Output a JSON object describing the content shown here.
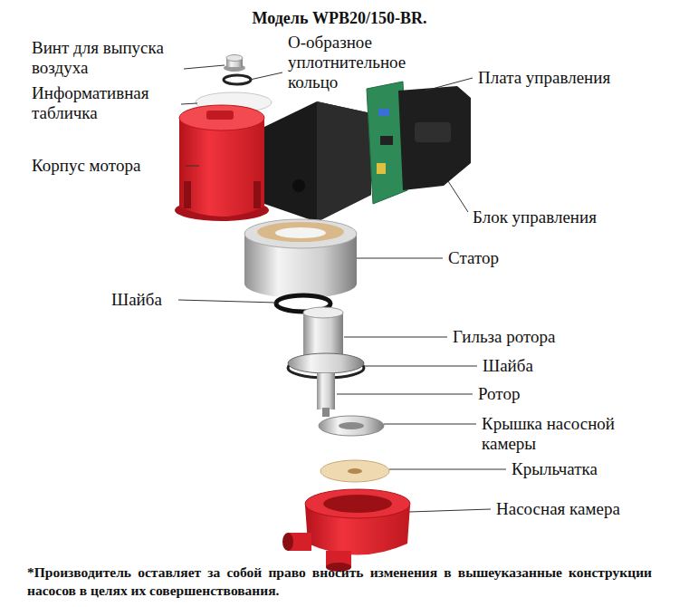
{
  "diagram": {
    "title": "Модель WPB20/150-BR.",
    "labels": [
      "Винт для выпуска воздуха",
      "О-образное уплотнительное кольцо",
      "Плата управления",
      "Информативная табличка",
      "Корпус мотора",
      "Блок управления",
      "Статор",
      "Шайба",
      "Гильза ротора",
      "Шайба",
      "Ротор",
      "Крышка насосной камеры",
      "Крыльчатка",
      "Насосная камера"
    ],
    "caption": "*Производитель оставляет за собой право вносить изменения в вышеуказанные конструкции насосов в целях их совершенствования."
  }
}
